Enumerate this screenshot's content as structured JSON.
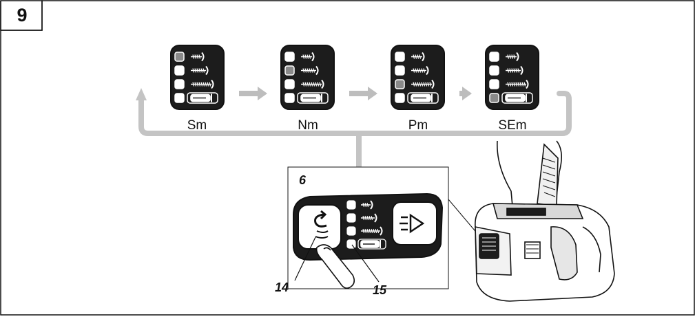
{
  "figure": {
    "number": "9"
  },
  "modes": [
    {
      "label": "Sm",
      "active_level": 1
    },
    {
      "label": "Nm",
      "active_level": 2
    },
    {
      "label": "Pm",
      "active_level": 3
    },
    {
      "label": "SEm",
      "active_level": 4
    }
  ],
  "panel": {
    "label": "6",
    "callout_button": "14",
    "callout_indicator": "15"
  },
  "colors": {
    "outline": "#111111",
    "panel_fill": "#1c1c1c",
    "led_off": "#ffffff",
    "led_on": "#8a8a8a",
    "arrow": "#bdbdbd",
    "loop": "#c4c4c4"
  },
  "icons": [
    "screw-icon",
    "rotation-icon",
    "light-icon",
    "finger-icon",
    "arrow-right-icon",
    "battery-icon",
    "drill-icon"
  ]
}
